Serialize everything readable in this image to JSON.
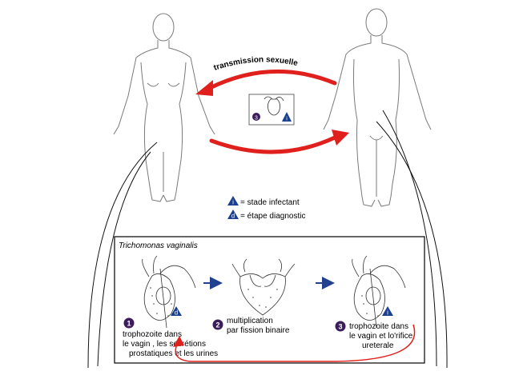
{
  "diagram": {
    "transmission_label": "transmission sexuelle",
    "legend": [
      {
        "symbol": "i",
        "text": "= stade infectant",
        "symbol_shape": "triangle",
        "color": "#1b3f8f"
      },
      {
        "symbol": "d",
        "text": "= étape diagnostic",
        "symbol_shape": "triangle",
        "color": "#1b3f8f"
      }
    ],
    "inset": {
      "badge_number": "3",
      "badge_letter": "i"
    },
    "box_title": "Trichomonas vaginalis",
    "stages": [
      {
        "number": "1",
        "lines": [
          "trophozoite dans",
          "le vagin , les secrétions",
          "prostatiques et les urines"
        ],
        "marker": "d"
      },
      {
        "number": "2",
        "lines": [
          "multiplication",
          "par fission binaire"
        ],
        "marker": ""
      },
      {
        "number": "3",
        "lines": [
          "trophozoite dans",
          "le vagin et lo'rifice",
          "ureterale"
        ],
        "marker": "i"
      }
    ],
    "colors": {
      "arrow_red": "#e0201c",
      "badge_purple": "#3b1d5e",
      "triangle_blue": "#1b3f8f",
      "flow_arrow": "#23408e"
    }
  }
}
